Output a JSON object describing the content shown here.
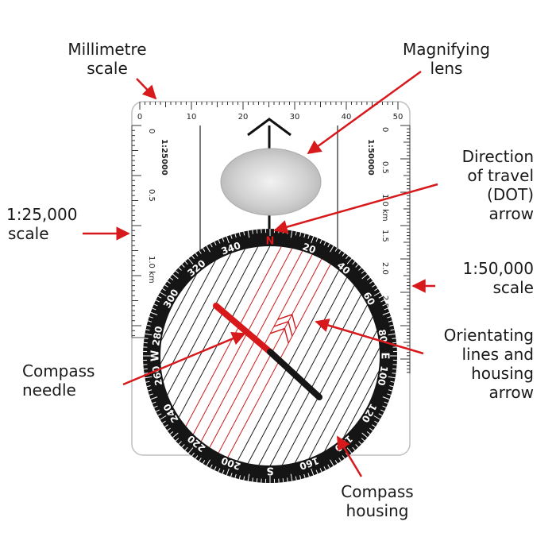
{
  "labels": {
    "millimetre_scale": [
      "Millimetre",
      "scale"
    ],
    "magnifying_lens": [
      "Magnifying",
      "lens"
    ],
    "direction_of_travel": [
      "Direction",
      "of travel",
      "(DOT)",
      "arrow"
    ],
    "scale_25000": [
      "1:25,000",
      "scale"
    ],
    "scale_50000": [
      "1:50,000",
      "scale"
    ],
    "orientating_lines": [
      "Orientating",
      "lines and",
      "housing",
      "arrow"
    ],
    "compass_needle": [
      "Compass",
      "needle"
    ],
    "compass_housing": [
      "Compass",
      "housing"
    ]
  },
  "plate": {
    "mm_scale_numbers": [
      "0",
      "10",
      "20",
      "30",
      "40",
      "50"
    ],
    "left_scale_title": "1:25000",
    "left_scale_numbers": [
      "0",
      "0.5",
      "1.0 km"
    ],
    "right_scale_title": "1:50000",
    "right_scale_numbers": [
      "0",
      "0.5",
      "1.0 km",
      "1.5",
      "2.0",
      "2.5"
    ]
  },
  "bezel": {
    "degree_labels": [
      "20",
      "40",
      "60",
      "80",
      "100",
      "120",
      "140",
      "160",
      "200",
      "220",
      "240",
      "260",
      "280",
      "300",
      "320",
      "340"
    ],
    "cardinals": [
      {
        "text": "N",
        "deg": 0
      },
      {
        "text": "E",
        "deg": 90
      },
      {
        "text": "S",
        "deg": 180
      },
      {
        "text": "W",
        "deg": 270
      }
    ]
  },
  "colors": {
    "accent_red": "#d7191c",
    "bezel": "#151515",
    "needle_dark": "#151515",
    "arrow_stroke": "#cc1a1a",
    "plate_outline": "#bfbfbf"
  }
}
